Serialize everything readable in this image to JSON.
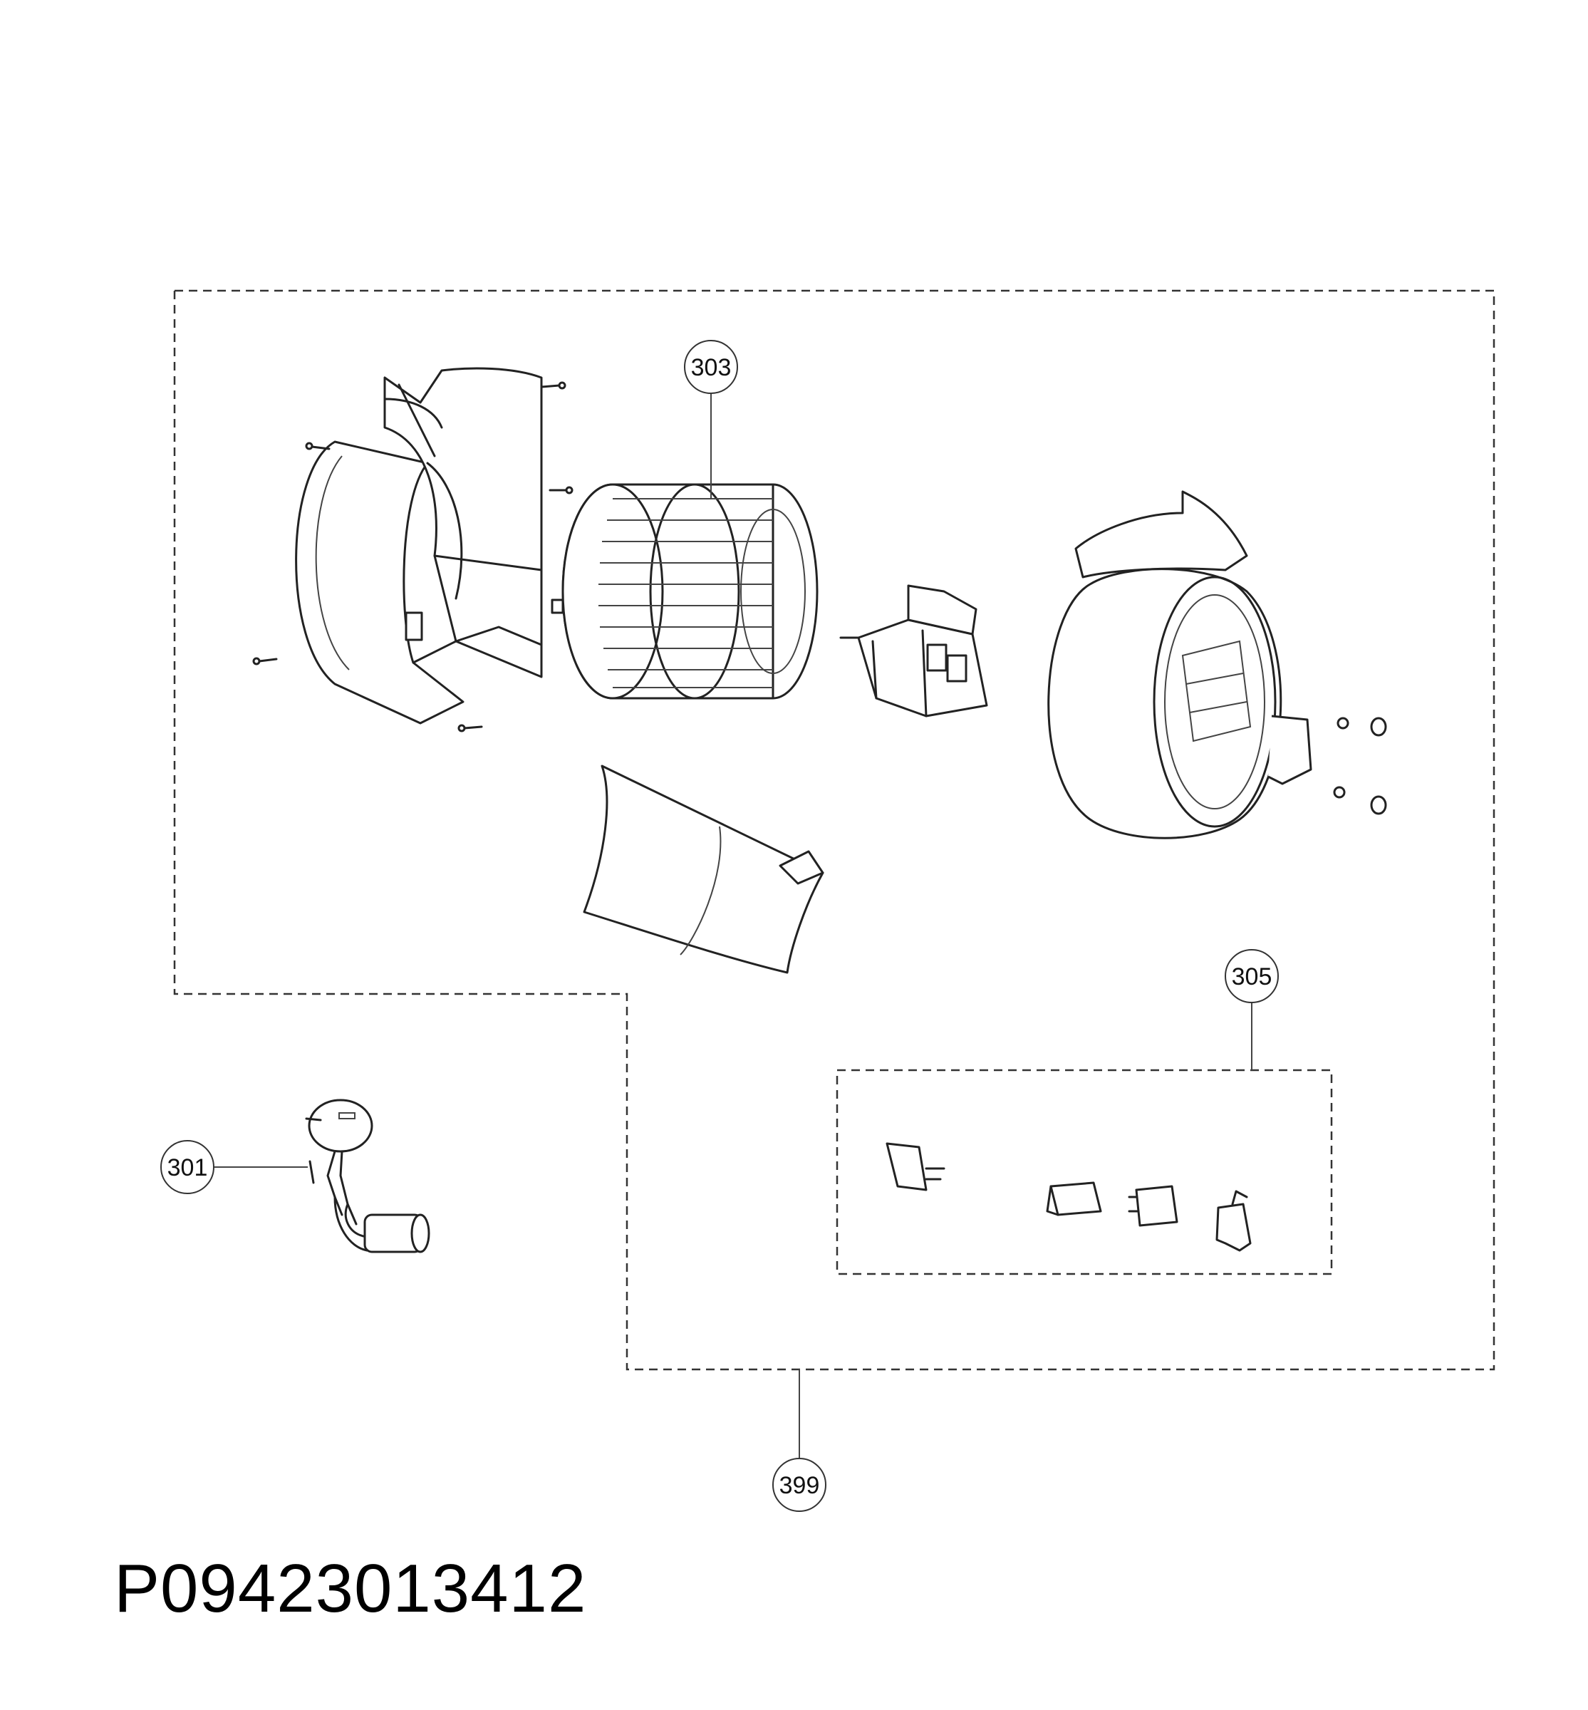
{
  "diagram_id": "P09423013412",
  "callouts": [
    {
      "id": "303",
      "label": "303"
    },
    {
      "id": "305",
      "label": "305"
    },
    {
      "id": "301",
      "label": "301"
    },
    {
      "id": "399",
      "label": "399"
    }
  ]
}
